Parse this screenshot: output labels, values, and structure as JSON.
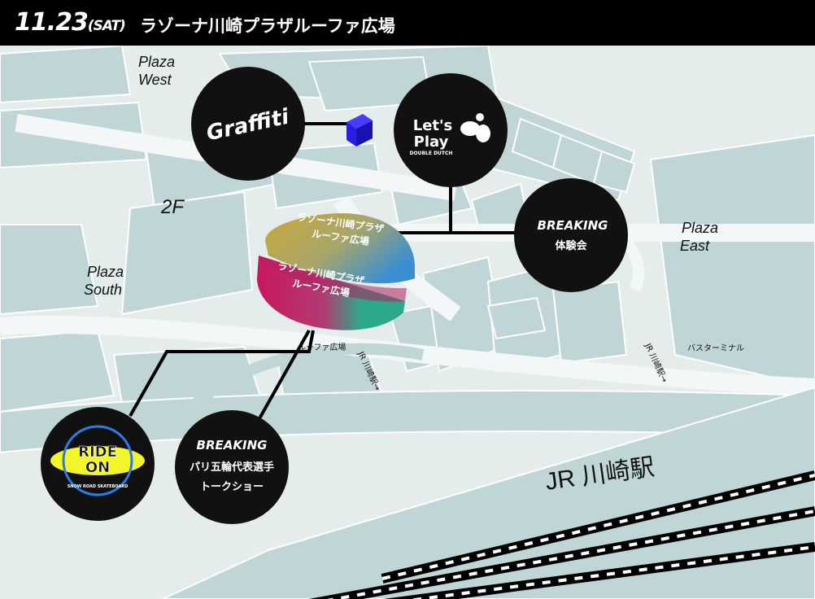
{
  "header": {
    "date": "11.23",
    "weekday": "(SAT)",
    "venue": "ラゾーナ川崎プラザルーファ広場"
  },
  "map": {
    "floor_label": "2F",
    "plaza_west": [
      "Plaza",
      "West"
    ],
    "plaza_south": [
      "Plaza",
      "South"
    ],
    "plaza_east": [
      "Plaza",
      "East"
    ],
    "station_label": "JR 川崎駅",
    "roofa_label": "ルーファ広場",
    "bus_terminal_label": "バスターミナル",
    "jr_direction_1": "JR 川崎駅→",
    "jr_direction_2": "JR 川崎駅→",
    "platform_upper": [
      "ラゾーナ川崎プラザ",
      "ルーファ広場"
    ],
    "platform_lower": [
      "ラゾーナ川崎プラザ",
      "ルーファ広場"
    ]
  },
  "events": {
    "graffiti": "Graffiti",
    "letsplay_main": [
      "Let's",
      "Play"
    ],
    "letsplay_sub": "DOUBLE DUTCH",
    "breaking_taiken": [
      "BREAKING",
      "体験会"
    ],
    "rideon_main": [
      "RIDE",
      "ON"
    ],
    "rideon_sub": "SNOW ROAD SKATEBOARD",
    "breaking_talk": [
      "BREAKING",
      "パリ五輪代表選手",
      "トークショー"
    ]
  },
  "colors": {
    "map_ground": "#e4ecec",
    "building": "#c0d6d6",
    "building_outline": "#ffffff",
    "header_bg": "#000000",
    "graffiti_marker": "#2a1fe0",
    "rideon_yellow": "#f2f52a",
    "rideon_ring": "#2e7be8",
    "platform_gold": "#c9a83a",
    "platform_blue": "#3a8fd0",
    "platform_magenta": "#c8175f",
    "platform_teal": "#2ea88a"
  }
}
